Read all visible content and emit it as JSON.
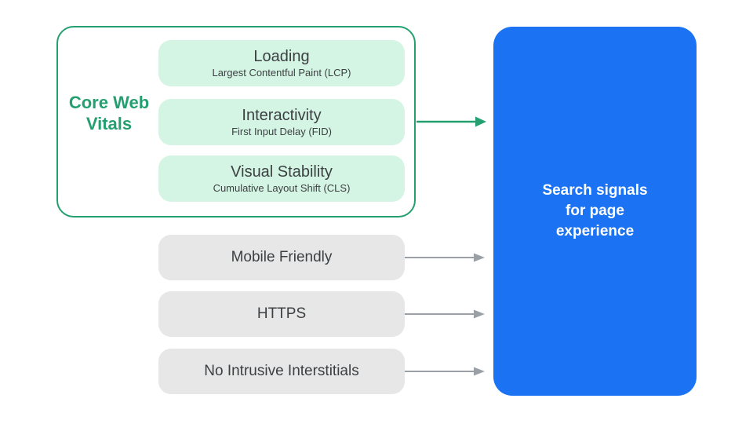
{
  "diagram": {
    "core_web_vitals": {
      "label": "Core Web Vitals",
      "cards": [
        {
          "title": "Loading",
          "subtitle": "Largest Contentful Paint (LCP)"
        },
        {
          "title": "Interactivity",
          "subtitle": "First Input Delay (FID)"
        },
        {
          "title": "Visual Stability",
          "subtitle": "Cumulative Layout Shift (CLS)"
        }
      ]
    },
    "other_signals": [
      {
        "label": "Mobile Friendly"
      },
      {
        "label": "HTTPS"
      },
      {
        "label": "No Intrusive Interstitials"
      }
    ],
    "result": {
      "label": "Search signals for page experience"
    }
  },
  "colors": {
    "green": "#24A070",
    "green_light": "#D5F5E4",
    "gray_card": "#E7E7E7",
    "arrow_gray": "#9AA0A6",
    "blue": "#1B73F3",
    "text_dark": "#3C4043",
    "text_white": "#FFFFFF",
    "background": "#FFFFFF"
  }
}
